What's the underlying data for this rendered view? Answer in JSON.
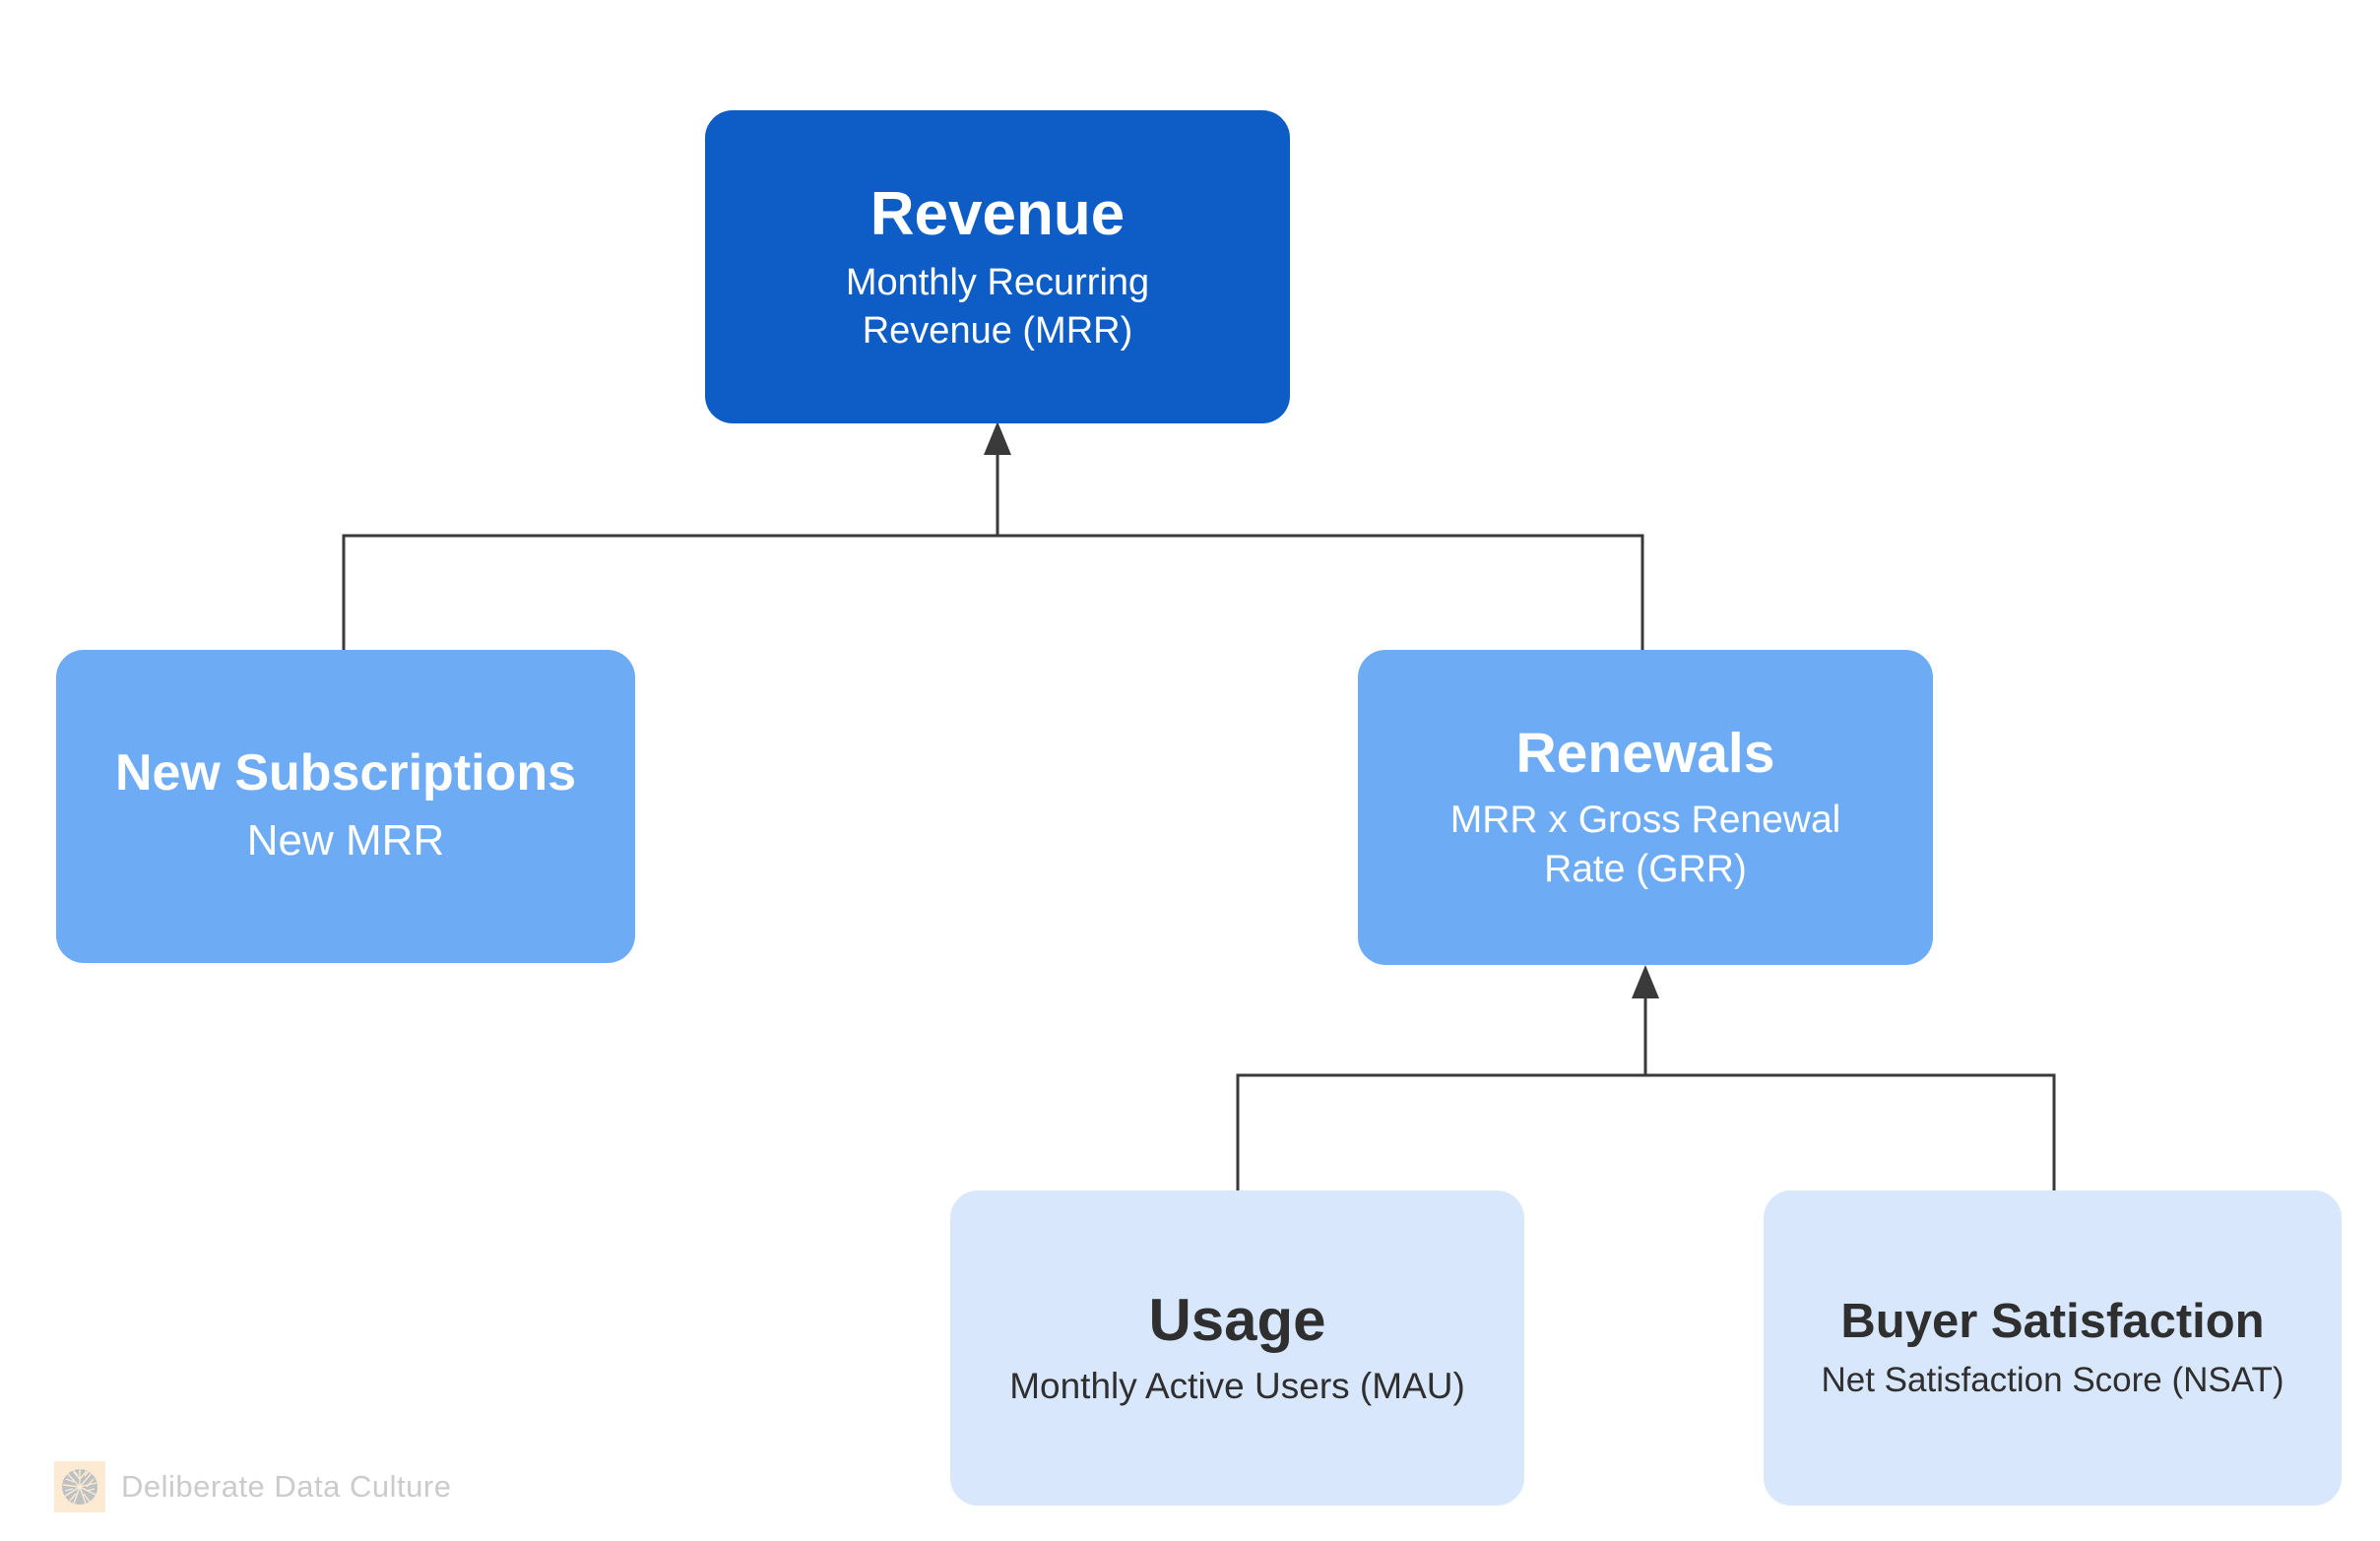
{
  "diagram": {
    "type": "hierarchy-tree",
    "nodes": {
      "revenue": {
        "title": "Revenue",
        "subtitle": "Monthly Recurring Revenue (MRR)",
        "level": 1,
        "fill": "#0e5dc6",
        "text_color": "#ffffff"
      },
      "new_subscriptions": {
        "title": "New Subscriptions",
        "subtitle": "New MRR",
        "level": 2,
        "fill": "#6eabf5",
        "text_color": "#ffffff"
      },
      "renewals": {
        "title": "Renewals",
        "subtitle": "MRR x Gross Renewal Rate (GRR)",
        "level": 2,
        "fill": "#6eabf5",
        "text_color": "#ffffff"
      },
      "usage": {
        "title": "Usage",
        "subtitle": "Monthly Active Users (MAU)",
        "level": 3,
        "fill": "#d8e7fb",
        "text_color": "#2f2f2f"
      },
      "buyer_satisfaction": {
        "title": "Buyer Satisfaction",
        "subtitle": "Net Satisfaction Score (NSAT)",
        "level": 3,
        "fill": "#d8e7fb",
        "text_color": "#2f2f2f"
      }
    },
    "edges": [
      {
        "from": "new_subscriptions",
        "to": "revenue",
        "arrow": "up"
      },
      {
        "from": "renewals",
        "to": "revenue",
        "arrow": "up"
      },
      {
        "from": "usage",
        "to": "renewals",
        "arrow": "up"
      },
      {
        "from": "buyer_satisfaction",
        "to": "renewals",
        "arrow": "up"
      }
    ],
    "colors": {
      "connector": "#3a3a3a",
      "background": "#ffffff"
    }
  },
  "watermark": {
    "label": "Deliberate Data Culture",
    "icon": "tree-ring-logo",
    "icon_bg": "#fcead3",
    "text_color": "#cbcbcb"
  }
}
